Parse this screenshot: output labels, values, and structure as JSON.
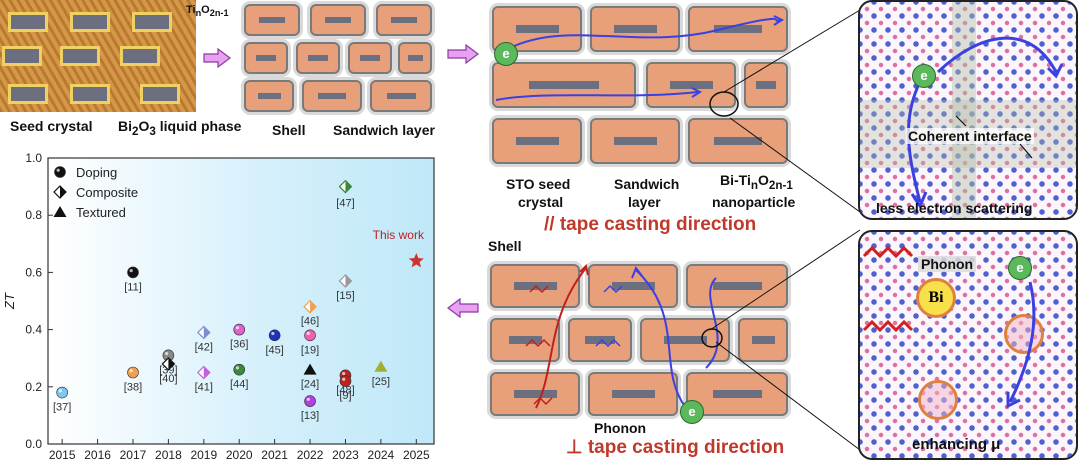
{
  "panel_top_left": {
    "formula": "TinO2n-1",
    "seed_crystal": "Seed crystal",
    "liquid_phase": "Bi2O3 liquid phase",
    "shell": "Shell",
    "sandwich_layer": "Sandwich layer"
  },
  "panel_parallel": {
    "electron_symbol": "e",
    "sto_seed": "STO seed",
    "crystal": "crystal",
    "sandwich": "Sandwich",
    "layer": "layer",
    "bi_tin": "Bi-TinO2n-1",
    "nanoparticle": "nanoparticle",
    "direction": "// tape casting direction"
  },
  "panel_perp": {
    "shell": "Shell",
    "phonon": "Phonon",
    "electron_symbol": "e",
    "direction": "⊥ tape casting direction"
  },
  "zoom_top": {
    "electron_symbol": "e",
    "coherent": "Coherent interface",
    "less_scattering": "less electron scattering"
  },
  "zoom_bottom": {
    "phonon": "Phonon",
    "bi": "Bi",
    "electron_symbol": "e",
    "enhancing": "enhancing μ"
  },
  "chart_data": {
    "type": "scatter",
    "ylabel": "ZT",
    "xlabel": "",
    "xlim": [
      2014.6,
      2025.5
    ],
    "ylim": [
      0.0,
      1.0
    ],
    "yticks": [
      "0.0",
      "0.2",
      "0.4",
      "0.6",
      "0.8",
      "1.0"
    ],
    "xticks": [
      "2015",
      "2016",
      "2017",
      "2018",
      "2019",
      "2020",
      "2021",
      "2022",
      "2023",
      "2024",
      "2025"
    ],
    "legend": [
      "Doping",
      "Composite",
      "Textured"
    ],
    "legend_position": "top-left",
    "points": [
      {
        "year": 2015,
        "zt": 0.18,
        "ref": "[37]",
        "marker": "sphere",
        "color": "#7ec8f0"
      },
      {
        "year": 2017,
        "zt": 0.6,
        "ref": "[11]",
        "marker": "sphere",
        "color": "#111111"
      },
      {
        "year": 2017,
        "zt": 0.25,
        "ref": "[38]",
        "marker": "sphere",
        "color": "#f0a050"
      },
      {
        "year": 2018,
        "zt": 0.31,
        "ref": "[39]",
        "marker": "sphere",
        "color": "#888888"
      },
      {
        "year": 2018,
        "zt": 0.28,
        "ref": "[40]",
        "marker": "diamond",
        "color": "#111111"
      },
      {
        "year": 2019,
        "zt": 0.39,
        "ref": "[42]",
        "marker": "diamond",
        "color": "#7b8fd0"
      },
      {
        "year": 2019,
        "zt": 0.25,
        "ref": "[41]",
        "marker": "diamond",
        "color": "#c060e0"
      },
      {
        "year": 2020,
        "zt": 0.4,
        "ref": "[36]",
        "marker": "sphere",
        "color": "#e060d0"
      },
      {
        "year": 2020,
        "zt": 0.26,
        "ref": "[44]",
        "marker": "sphere",
        "color": "#3a8a3a"
      },
      {
        "year": 2021,
        "zt": 0.38,
        "ref": "[45]",
        "marker": "sphere",
        "color": "#2030c0"
      },
      {
        "year": 2022,
        "zt": 0.48,
        "ref": "[46]",
        "marker": "diamond",
        "color": "#f0a050"
      },
      {
        "year": 2022,
        "zt": 0.38,
        "ref": "[19]",
        "marker": "sphere",
        "color": "#f060b0"
      },
      {
        "year": 2022,
        "zt": 0.26,
        "ref": "[24]",
        "marker": "triangle",
        "color": "#111111"
      },
      {
        "year": 2022,
        "zt": 0.15,
        "ref": "[13]",
        "marker": "sphere",
        "color": "#b040e0"
      },
      {
        "year": 2023,
        "zt": 0.9,
        "ref": "[47]",
        "marker": "diamond",
        "color": "#3a8a3a"
      },
      {
        "year": 2023,
        "zt": 0.57,
        "ref": "[15]",
        "marker": "diamond",
        "color": "#999999"
      },
      {
        "year": 2023,
        "zt": 0.24,
        "ref": "[48]",
        "marker": "sphere",
        "color": "#c02020"
      },
      {
        "year": 2023,
        "zt": 0.22,
        "ref": "[9]",
        "marker": "sphere",
        "color": "#c02020"
      },
      {
        "year": 2024,
        "zt": 0.27,
        "ref": "[25]",
        "marker": "triangle",
        "color": "#a0b030"
      },
      {
        "year": 2025,
        "zt": 0.64,
        "ref": "This work",
        "marker": "star",
        "color": "#d03030"
      }
    ]
  }
}
